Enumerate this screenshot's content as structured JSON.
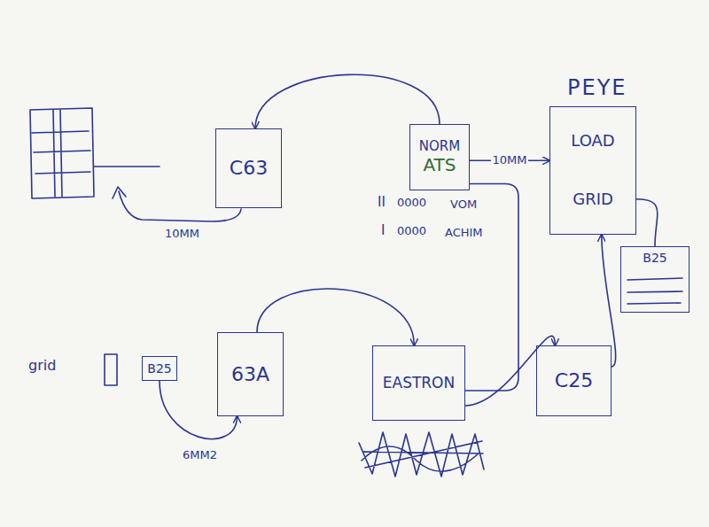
{
  "diagram": {
    "nodes": [
      {
        "text": [
          "C63"
        ]
      },
      {
        "text": [
          "NORM",
          "ATS"
        ]
      },
      {
        "text": [
          "PEYE",
          "LOAD",
          "GRID"
        ]
      },
      {
        "text": [
          "B25"
        ]
      },
      {
        "text": [
          "B25"
        ]
      },
      {
        "text": [
          "63A"
        ]
      },
      {
        "text": [
          "EASTRON"
        ]
      },
      {
        "text": [
          "C25"
        ]
      }
    ],
    "edges": [
      {
        "from": 1,
        "to": 0,
        "arrow": "to"
      },
      {
        "from": 1,
        "to": 2,
        "label": "10MM",
        "arrow": "to"
      },
      {
        "from": 1,
        "to": 6,
        "arrow": "none"
      },
      {
        "from": 5,
        "to": 6,
        "arrow": "to"
      },
      {
        "from": 4,
        "to": 5,
        "arrow": "to"
      },
      {
        "from": 6,
        "to": 7,
        "arrow": "to"
      },
      {
        "from": 7,
        "to": 2,
        "arrow": "to"
      },
      {
        "from": 2,
        "to": 3,
        "arrow": "none"
      }
    ],
    "labels": [
      "10MM",
      "II",
      "0000",
      "VOM",
      "I",
      "0000",
      "ACHIM",
      "grid",
      "6MM2"
    ]
  }
}
